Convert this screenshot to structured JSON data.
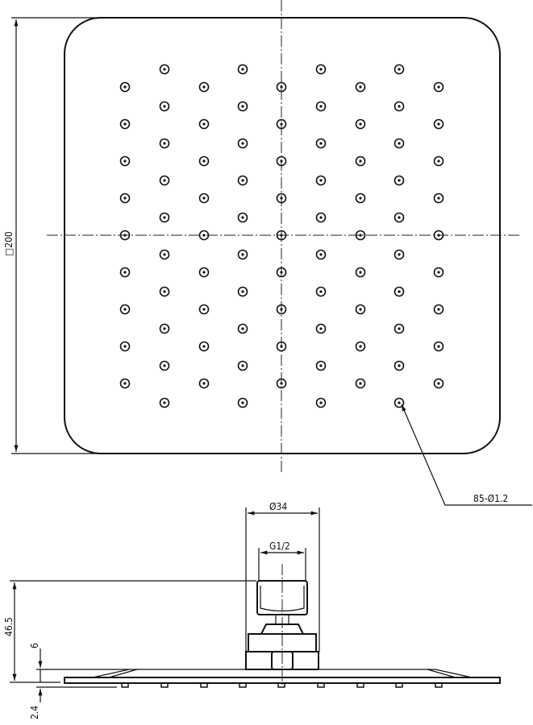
{
  "top_view": {
    "plate_dimension": "□200",
    "nozzle_callout": "85-Ø1.2",
    "nozzle_count": 85
  },
  "side_view": {
    "outer_diameter": "Ø34",
    "thread": "G1/2",
    "overall_height": "46.5",
    "body_height": "6",
    "nozzle_height": "2.4"
  },
  "colors": {
    "line": "#111111",
    "background": "#ffffff"
  }
}
